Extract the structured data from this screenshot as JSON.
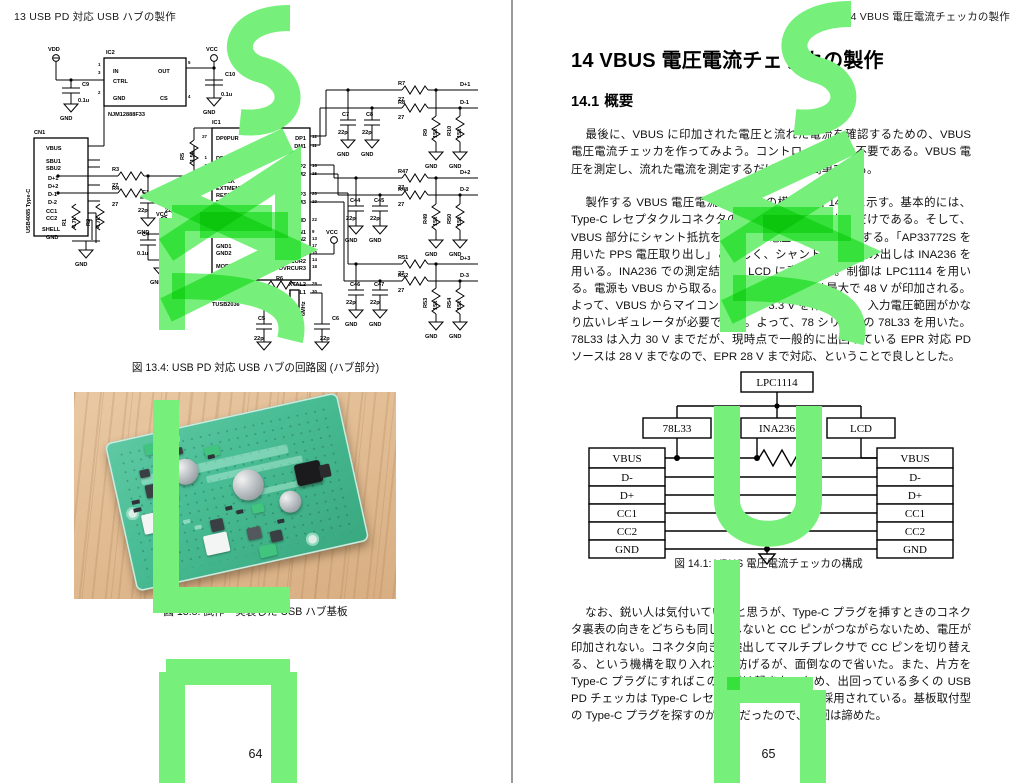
{
  "spread": {
    "left_page": {
      "running_head": "13 USB PD 対応 USB ハブの製作",
      "folio": "64",
      "figures": [
        {
          "id": "fig-13-4",
          "caption": "図 13.4: USB PD 対応 USB ハブの回路図 (ハブ部分)",
          "type": "schematic",
          "components": {
            "regulator": {
              "refdes": "IC2",
              "part": "NJM12888F33",
              "pins": [
                "IN",
                "OUT",
                "CTRL",
                "GND",
                "CS"
              ],
              "pin_numbers": [
                "1",
                "3",
                "2",
                "5",
                "4"
              ]
            },
            "hub_ic": {
              "refdes": "IC1",
              "part": "TUSB2036",
              "left_pins": [
                "DP0PUR",
                "DP0",
                "DM0",
                "EECLK",
                "EXTMEM",
                "RESET",
                "BUSPWR",
                "EEDATA",
                "VCC1",
                "VCC2",
                "GND1",
                "GND2",
                "MODE",
                "OCPROT",
                "NP3",
                "NPINT1",
                "NPINT0"
              ],
              "right_pins": [
                "DP1",
                "DM1",
                "DP2",
                "DM2",
                "DP3",
                "DM3",
                "SUSPEND",
                "PWRON1",
                "PWRON2",
                "PWRON3",
                "OVRCUR1",
                "OVRCUR2",
                "OVRCUR3",
                "XTAL2",
                "XTAL1"
              ]
            },
            "connector": {
              "refdes": "CN1",
              "part": "USB4085 Type-C",
              "pins": [
                "VBUS",
                "SBU1",
                "SBU2",
                "D+1",
                "D+2",
                "D-1",
                "D-2",
                "CC1",
                "CC2",
                "SHELL",
                "GND"
              ]
            },
            "nets": [
              "VDD",
              "VCC",
              "GND",
              "D+1",
              "D-1",
              "D+2",
              "D-2",
              "D+3",
              "D-3"
            ],
            "resistors": [
              {
                "refdes": "R1",
                "value": "4.7k"
              },
              {
                "refdes": "R2",
                "value": "4.7k"
              },
              {
                "refdes": "R3",
                "value": "27"
              },
              {
                "refdes": "R4",
                "value": "27"
              },
              {
                "refdes": "R5",
                "value": "1.5k"
              },
              {
                "refdes": "R6",
                "value": "1.5k"
              },
              {
                "refdes": "R7",
                "value": "27"
              },
              {
                "refdes": "R8",
                "value": "27"
              },
              {
                "refdes": "R9",
                "value": "15k"
              },
              {
                "refdes": "R10",
                "value": "15k"
              },
              {
                "refdes": "R47",
                "value": "27"
              },
              {
                "refdes": "R48",
                "value": "27"
              },
              {
                "refdes": "R49",
                "value": "15k"
              },
              {
                "refdes": "R50",
                "value": "15k"
              },
              {
                "refdes": "R51",
                "value": "27"
              },
              {
                "refdes": "R52",
                "value": "27"
              },
              {
                "refdes": "R53",
                "value": "15k"
              },
              {
                "refdes": "R54",
                "value": "15k"
              }
            ],
            "capacitors": [
              {
                "refdes": "C1",
                "value": "22p"
              },
              {
                "refdes": "C2",
                "value": "22p"
              },
              {
                "refdes": "C3",
                "value": "0.1u"
              },
              {
                "refdes": "C4",
                "value": "0.1u"
              },
              {
                "refdes": "C5",
                "value": "22p"
              },
              {
                "refdes": "C6",
                "value": "22p"
              },
              {
                "refdes": "C7",
                "value": "22p"
              },
              {
                "refdes": "C8",
                "value": "22p"
              },
              {
                "refdes": "C9",
                "value": "0.1u"
              },
              {
                "refdes": "C10",
                "value": "0.1u"
              },
              {
                "refdes": "C44",
                "value": "22p"
              },
              {
                "refdes": "C45",
                "value": "22p"
              },
              {
                "refdes": "C46",
                "value": "22p"
              },
              {
                "refdes": "C47",
                "value": "22p"
              }
            ],
            "crystal": {
              "refdes": "X1",
              "value": "6MHz"
            }
          }
        },
        {
          "id": "fig-13-5",
          "caption": "図 13.5: 試作・実装した USB ハブ基板",
          "type": "photo"
        }
      ]
    },
    "right_page": {
      "running_head": "14 VBUS 電圧電流チェッカの製作",
      "folio": "65",
      "chapter_title": "14 VBUS 電圧電流チェッカの製作",
      "section": {
        "number": "14.1",
        "title": "概要"
      },
      "paragraphs": [
        "最後に、VBUS に印加された電圧と流れた電流を確認するための、VBUS 電圧電流チェッカを作ってみよう。コントローラ IC は不要である。VBUS 電圧を測定し、流れた電流を測定するだけなので簡単である。",
        "製作する VBUS 電圧電流チェッカの構成を図 14.1 に示す。基本的には、Type-C レセプタクルコネクタの同じ端子同士をつなぐだけである。そして、VBUS 部分にシャント抵抗を仕込み、電圧と電流を測定する。「AP33772S を用いた PPS 電圧取り出し」と同じく、シャント抵抗の読み出しは INA236 を用いる。INA236 での測定結果を LCD に表示する。制御は LPC1114 を用いる。電源も VBUS から取る。ここで、VBUS には最大で 48 V が印加される。よって、VBUS からマイコンを動かす 3.3 V を作るには、入力電圧範囲がかなり広いレギュレータが必要である。よって、78 シリーズの 78L33 を用いた。78L33 は入力 30 V までだが、現時点で一般的に出回っている EPR 対応 PD ソースは 28 V までなので、EPR 28 V まで対応、ということで良しとした。",
        "なお、鋭い人は気付いていると思うが、Type-C プラグを挿すときのコネクタ裏表の向きをどちらも同じにしないと CC ピンがつながらないため、電圧が印加されない。コネクタ向きを検出してマルチプレクサで CC ピンを切り替える、という機構を取り入れれば防げるが、面倒なので省いた。また、片方を Type-C プラグにすればこの問題は起きないため、出回っている多くの USB PD チェッカは Type-C レセプタクル to プラグが採用されている。基板取付型の Type-C プラグを探すのが面倒だったので、今回は諦めた。"
      ],
      "figure": {
        "id": "fig-14-1",
        "caption": "図 14.1: VBUS 電圧電流チェッカの構成",
        "type": "block-diagram",
        "blocks": [
          "LPC1114",
          "78L33",
          "INA236",
          "LCD"
        ],
        "connector_left_pins": [
          "VBUS",
          "D-",
          "D+",
          "CC1",
          "CC2",
          "GND"
        ],
        "connector_right_pins": [
          "VBUS",
          "D-",
          "D+",
          "CC1",
          "CC2",
          "GND"
        ],
        "shunt_resistor": true,
        "ground_symbol": true
      }
    }
  },
  "watermark": {
    "text": "SAMPLE",
    "color": "#76f07a",
    "letters": [
      "S",
      "A",
      "M",
      "P",
      "L",
      "E"
    ]
  }
}
